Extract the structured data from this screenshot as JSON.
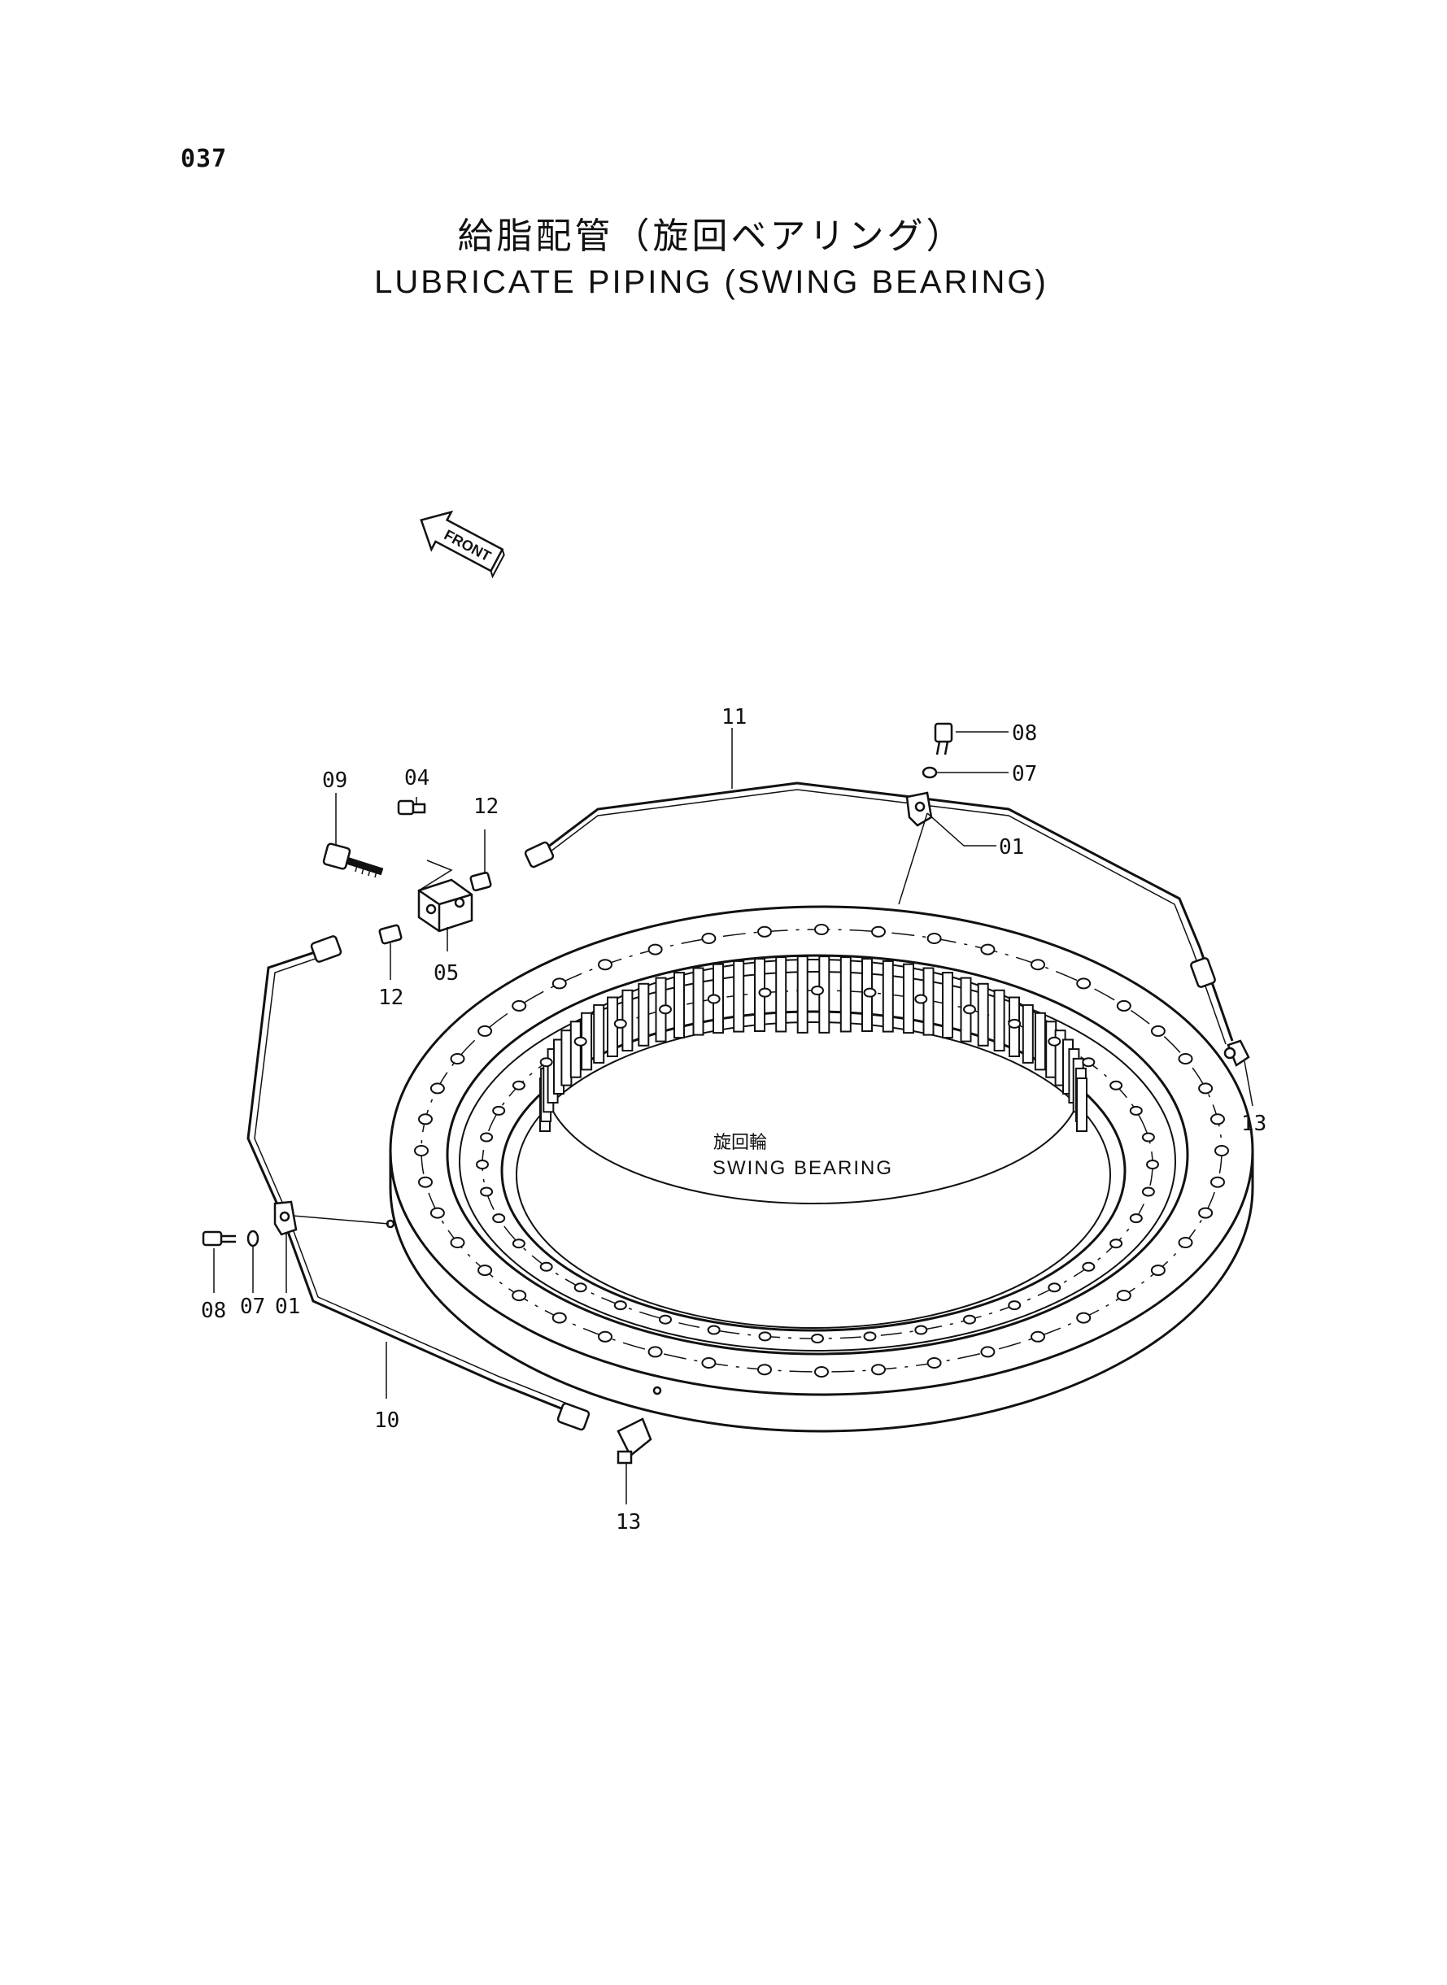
{
  "page": {
    "number": "037",
    "title_jp": "給脂配管（旋回ベアリング）",
    "title_en": "LUBRICATE PIPING (SWING BEARING)"
  },
  "diagram": {
    "front_marker": "FRONT",
    "center_label_jp": "旋回輪",
    "center_label_en": "SWING BEARING",
    "callouts": {
      "p11": "11",
      "p08_top": "08",
      "p07_top": "07",
      "p01_top": "01",
      "p09": "09",
      "p04": "04",
      "p12_top": "12",
      "p05": "05",
      "p12_bottom": "12",
      "p13_right": "13",
      "p08_left": "08",
      "p07_left": "07",
      "p01_left": "01",
      "p10": "10",
      "p13_bottom": "13"
    },
    "line_color": "#111111"
  }
}
